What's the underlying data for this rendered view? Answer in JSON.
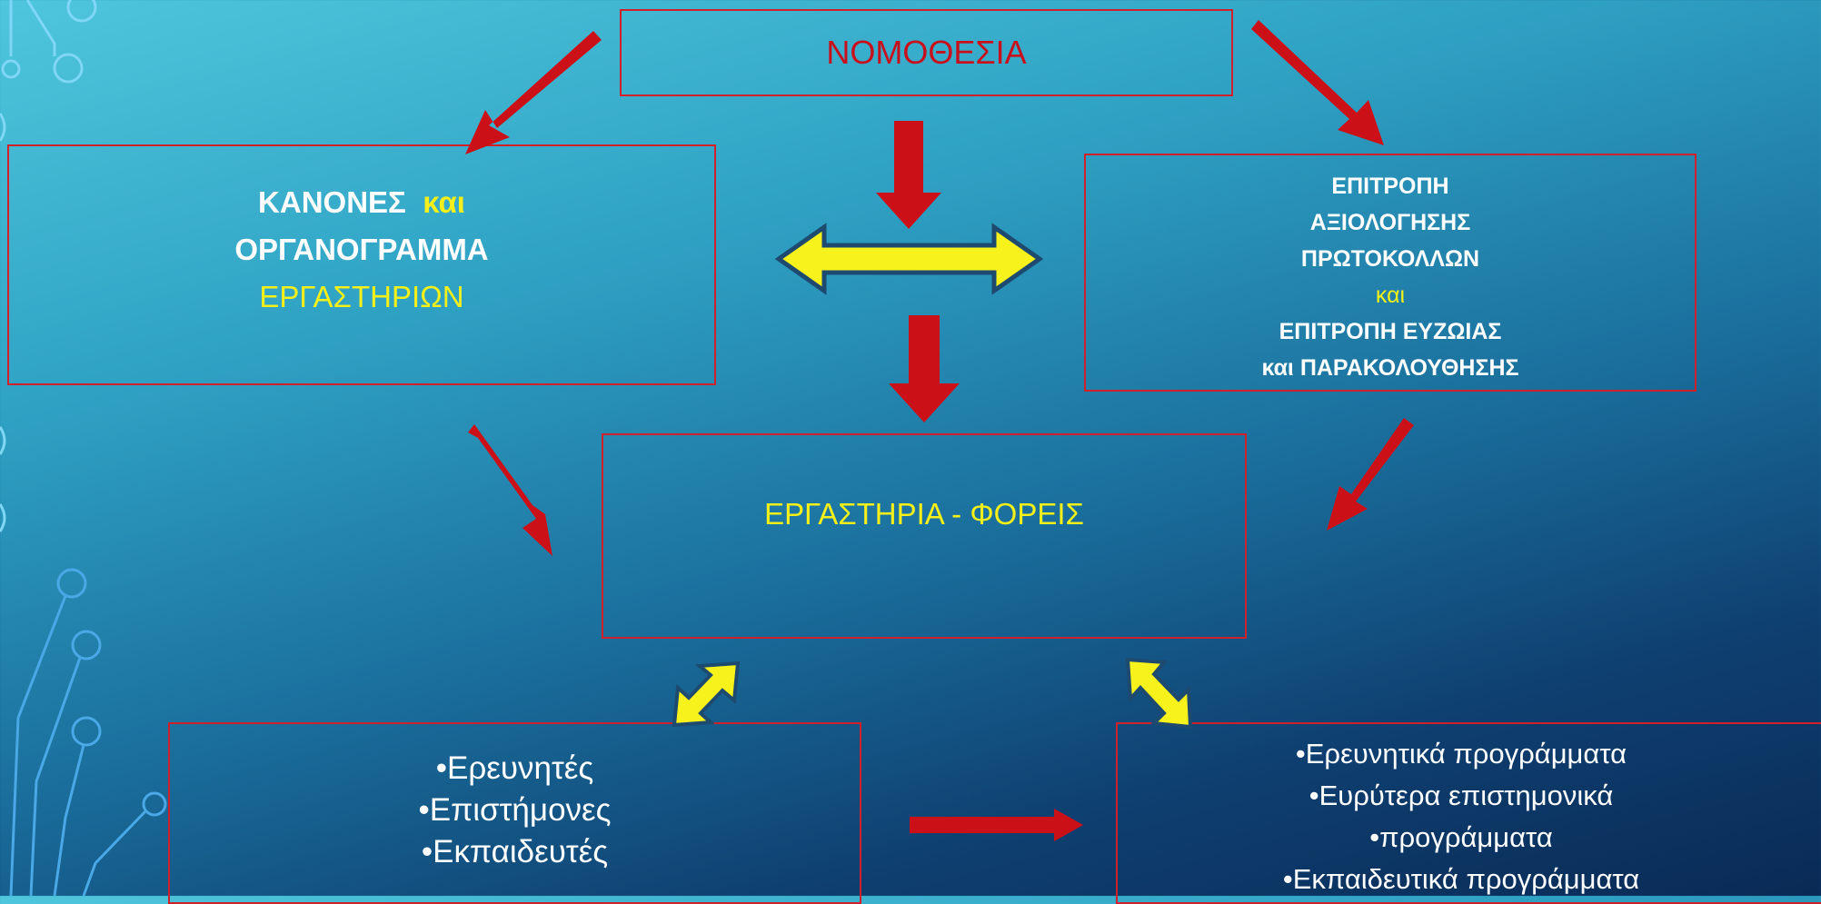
{
  "boxes": {
    "legislation": {
      "label": "ΝΟΜΟΘΕΣΙΑ"
    },
    "rules": {
      "line1": "ΚΑΝΟΝΕΣ",
      "line1_and": "και",
      "line2": "ΟΡΓΑΝΟΓΡΑΜΜΑ",
      "line3": "ΕΡΓΑΣΤΗΡΙΩΝ"
    },
    "committee": {
      "line1": "ΕΠΙΤΡΟΠΗ",
      "line2": "ΑΞΙΟΛΟΓΗΣΗΣ",
      "line3": "ΠΡΩΤΟΚΟΛΛΩΝ",
      "line4": "και",
      "line5": "ΕΠΙΤΡΟΠΗ ΕΥΖΩΙΑΣ",
      "line6": "και ΠΑΡΑΚΟΛΟΥΘΗΣΗΣ"
    },
    "labs": {
      "label": "ΕΡΓΑΣΤΗΡΙΑ - ΦΟΡΕΙΣ"
    },
    "people": {
      "items": [
        "•Ερευνητές",
        "•Επιστήμονες",
        "•Εκπαιδευτές"
      ]
    },
    "programs": {
      "items": [
        "•Ερευνητικά προγράμματα",
        "•Ευρύτερα επιστημονικά",
        "•προγράμματα",
        "•Εκπαιδευτικά προγράμματα"
      ]
    }
  },
  "colors": {
    "border": "#d0202a",
    "arrow_red": "#cc1018",
    "arrow_yellow": "#f7f21c",
    "arrow_outline": "#1d4a6e",
    "circuit": "#8fd8ff"
  }
}
